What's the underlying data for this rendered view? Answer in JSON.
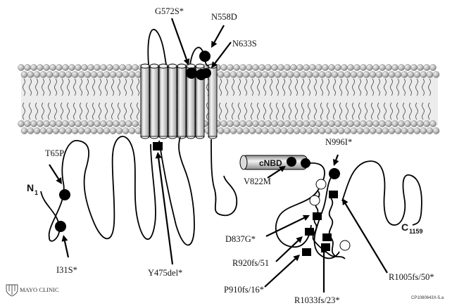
{
  "terminals": {
    "n_main": "N",
    "n_sub": "1",
    "c_main": "C",
    "c_sub": "1159"
  },
  "domain_label": "cNBD",
  "mutations": [
    "G572S*",
    "N558D",
    "N633S",
    "T65P",
    "I31S*",
    "Y475del*",
    "V822M",
    "N996I*",
    "D837G*",
    "R920fs/51",
    "R1005fs/50*",
    "P910fs/16*",
    "R1033fs/23*"
  ],
  "footer": {
    "logo_text": "MAYO CLINIC",
    "figure_code": "CP1080643X-5.a"
  },
  "colors": {
    "mutation_dot": "#000000",
    "membrane_bead": "#b9b9b9",
    "helix_fill": "#e4e4e4"
  }
}
